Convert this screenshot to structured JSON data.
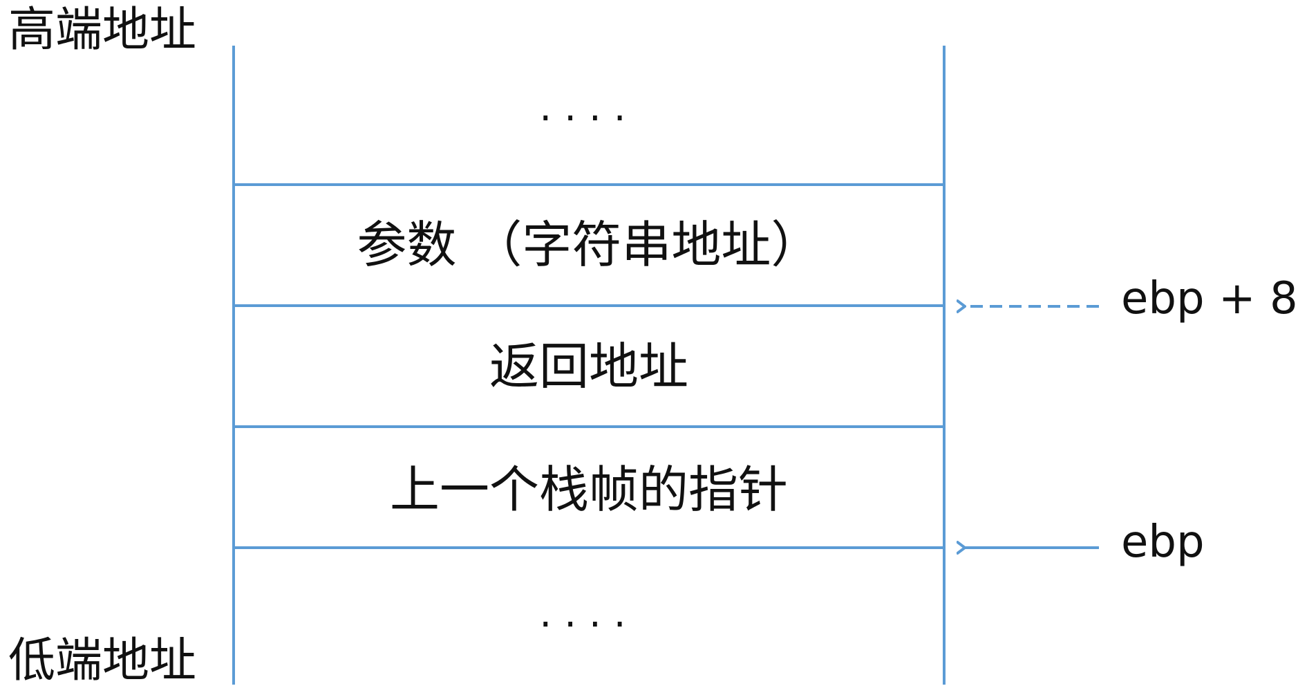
{
  "addresses": {
    "high": "高端地址",
    "low": "低端地址"
  },
  "stack": {
    "top_filler": "....",
    "param": "参数 （字符串地址）",
    "return_address": "返回地址",
    "prev_frame": "上一个栈帧的指针",
    "bottom_filler": "...."
  },
  "pointers": {
    "ebp_plus_8": "ebp + 8",
    "ebp": "ebp"
  },
  "colors": {
    "line": "#5B9BD5",
    "text": "#111111"
  }
}
